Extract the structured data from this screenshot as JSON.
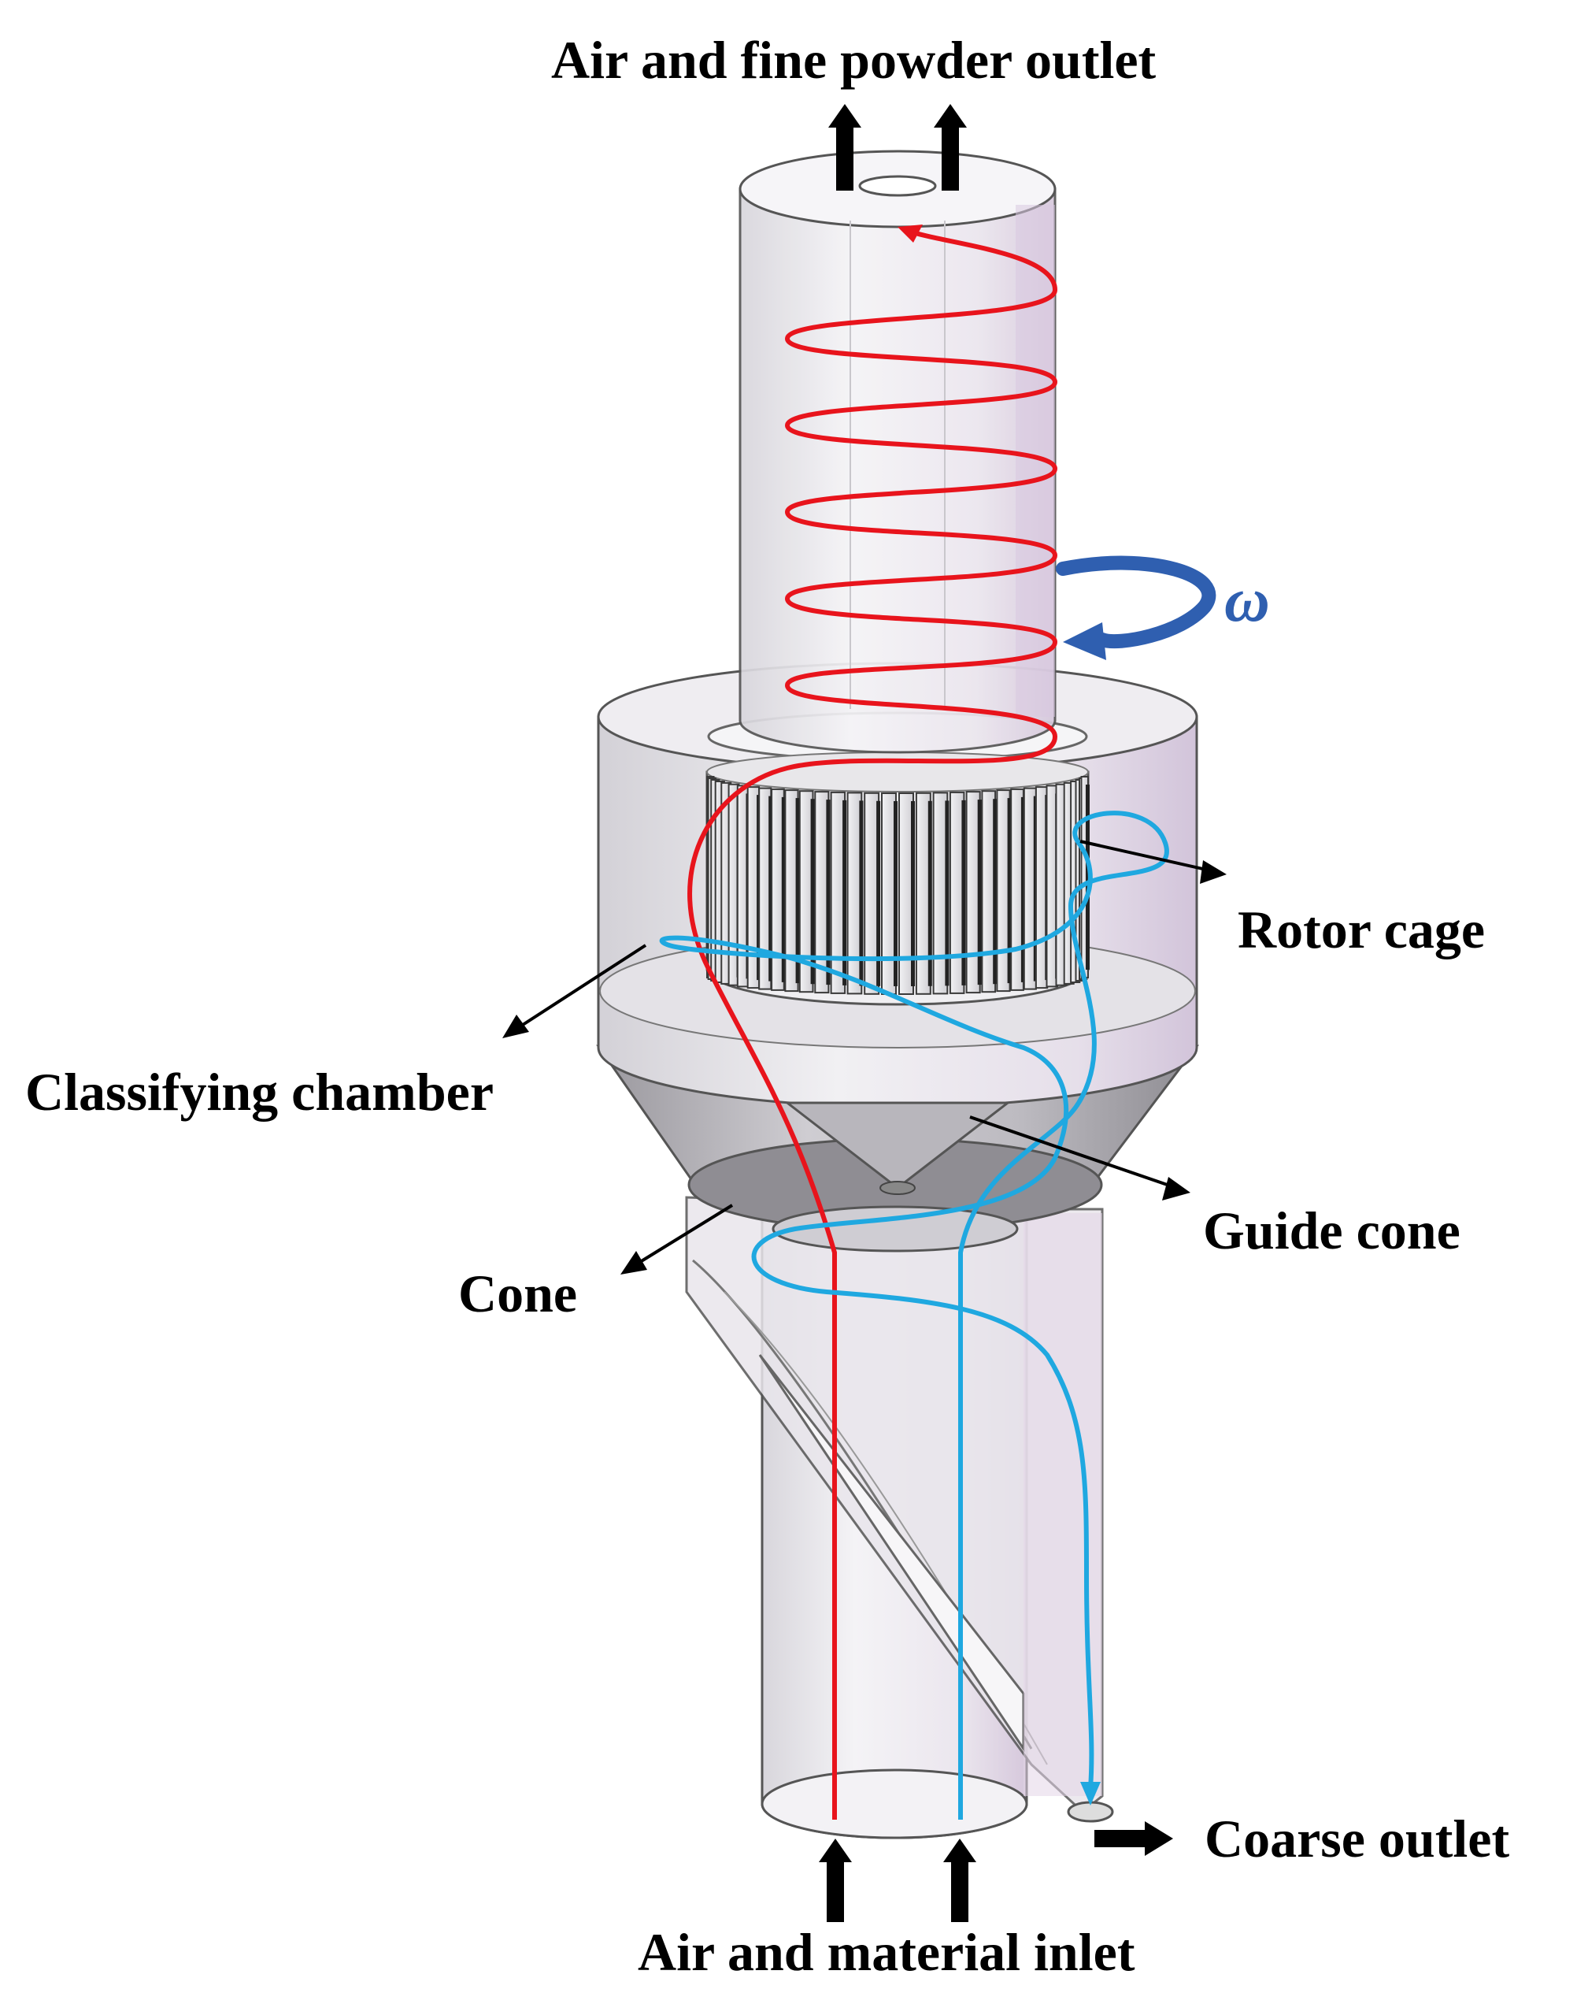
{
  "labels": {
    "top_outlet": "Air and fine powder outlet",
    "rotor_cage": "Rotor cage",
    "classifying_chamber": "Classifying chamber",
    "guide_cone": "Guide cone",
    "cone": "Cone",
    "coarse_outlet": "Coarse outlet",
    "inlet": "Air and material inlet",
    "rotation_symbol": "ω"
  },
  "colors": {
    "fine_path": "#e8141c",
    "coarse_path": "#1fa8e0",
    "rotation_arrow": "#2f5fb0",
    "body_fill": "#e6e4ea",
    "body_shade": "#d9cde0",
    "outline": "#4a4a4a",
    "arrow": "#000000"
  },
  "icons": {
    "rotation": "curved-rotation-arrow-icon",
    "flow_arrows": "thick-arrow-icon"
  }
}
